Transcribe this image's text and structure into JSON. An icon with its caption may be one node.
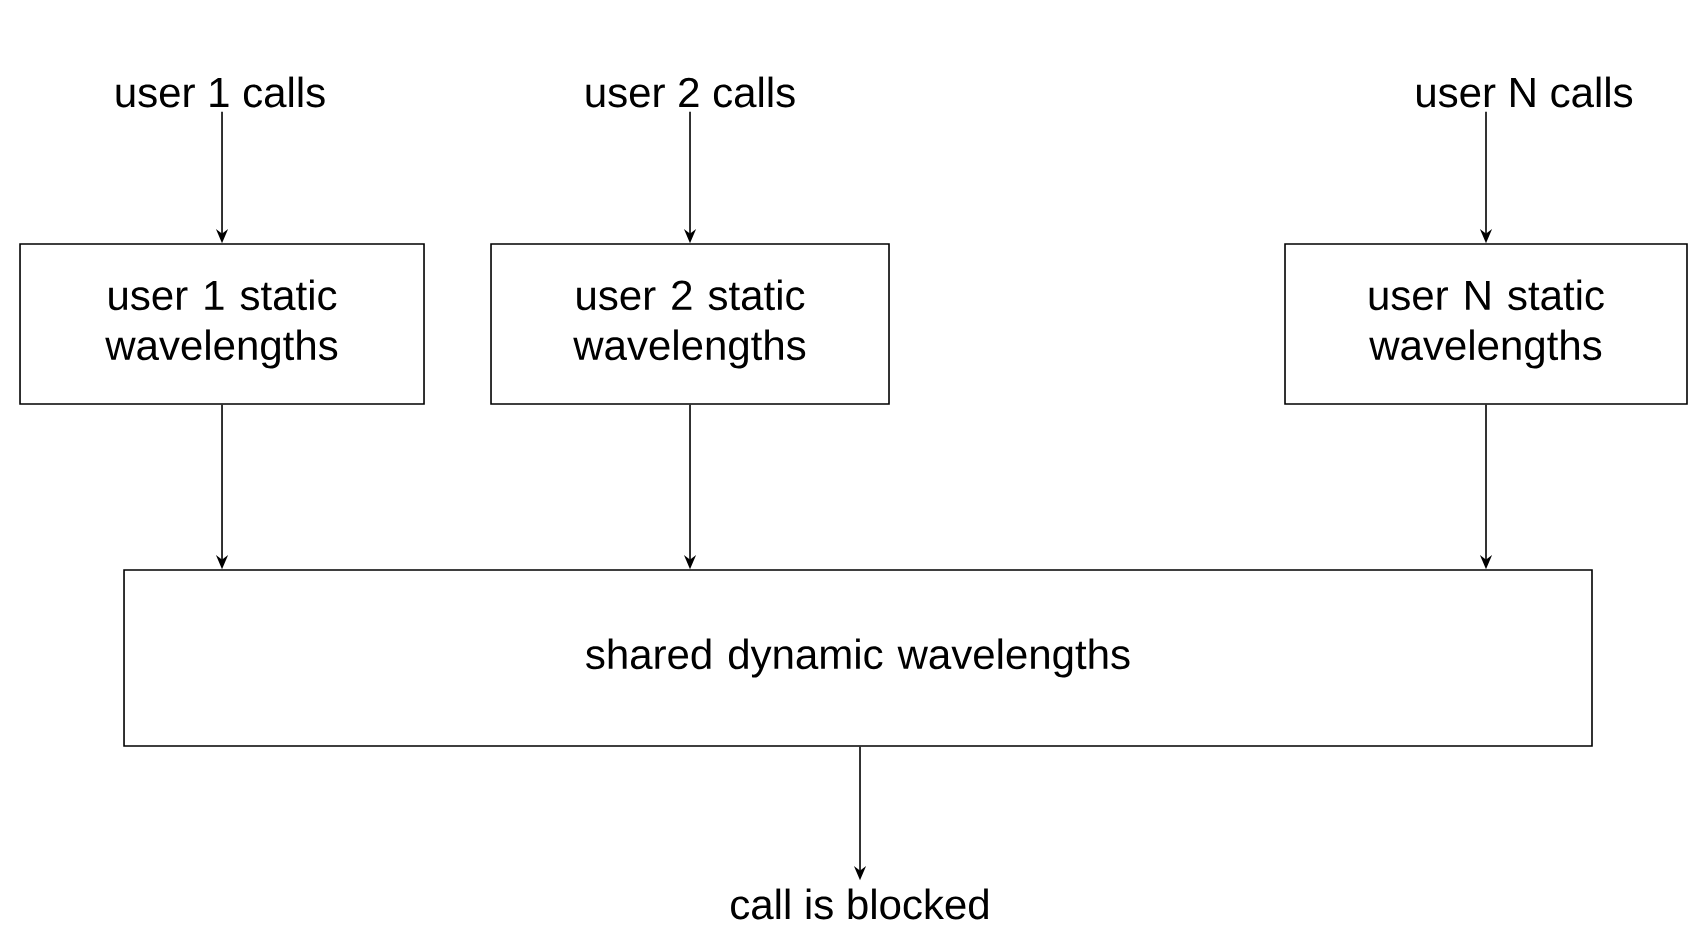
{
  "diagram": {
    "nodes": [
      {
        "text": [
          "user 1 calls"
        ]
      },
      {
        "text": [
          "user 2 calls"
        ]
      },
      {
        "text": [
          "user N calls"
        ]
      },
      {
        "text": [
          "user 1 static wavelengths"
        ]
      },
      {
        "text": [
          "user 2 static wavelengths"
        ]
      },
      {
        "text": [
          "user N static wavelengths"
        ]
      },
      {
        "text": [
          "shared dynamic wavelengths"
        ]
      },
      {
        "text": [
          "call is blocked"
        ]
      }
    ],
    "edges": [
      {
        "from": 0,
        "to": 3,
        "arrow": "to"
      },
      {
        "from": 1,
        "to": 4,
        "arrow": "to"
      },
      {
        "from": 2,
        "to": 5,
        "arrow": "to"
      },
      {
        "from": 3,
        "to": 6,
        "arrow": "to"
      },
      {
        "from": 4,
        "to": 6,
        "arrow": "to"
      },
      {
        "from": 5,
        "to": 6,
        "arrow": "to"
      },
      {
        "from": 6,
        "to": 7,
        "arrow": "to"
      }
    ]
  }
}
